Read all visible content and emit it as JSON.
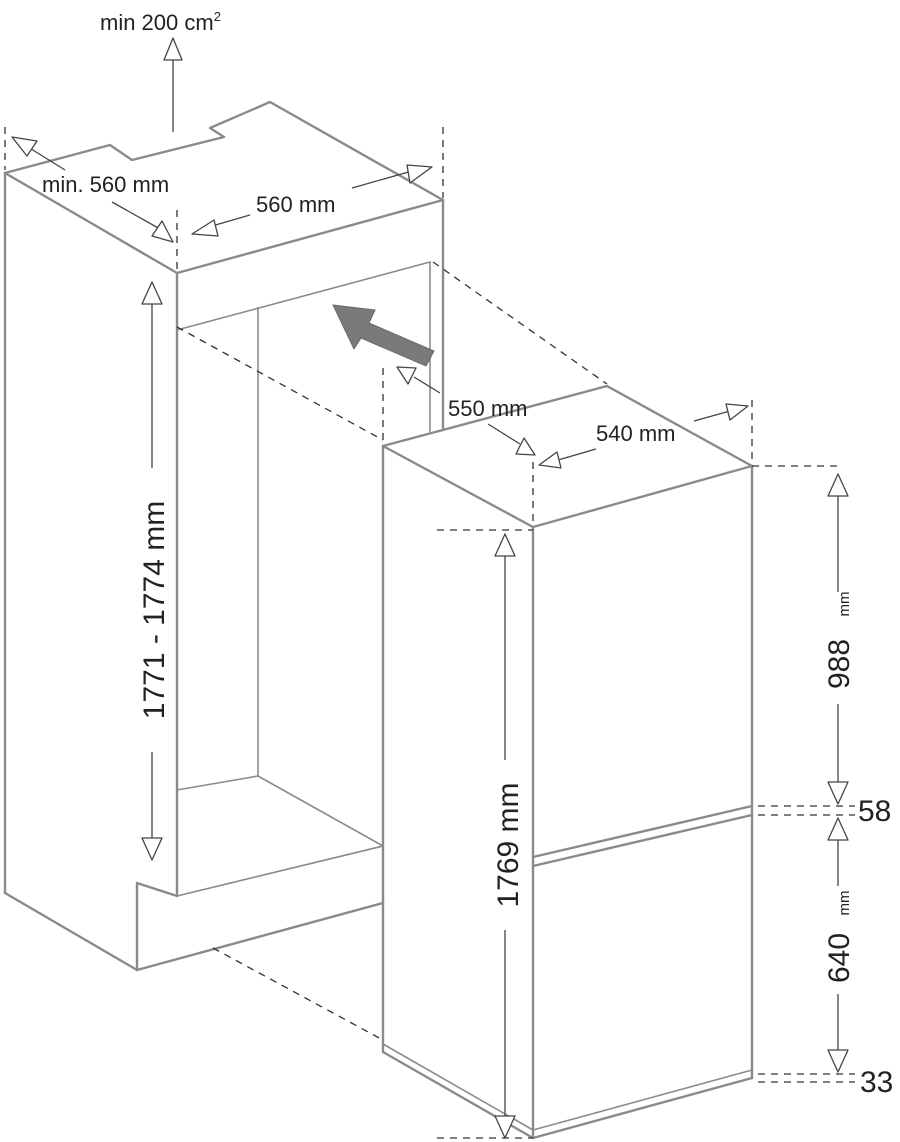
{
  "labels": {
    "vent": "min 200 cm",
    "vent_sup": "2",
    "niche_depth": "min. 560 mm",
    "niche_width": "560 mm",
    "niche_height": "1771 - 1774 mm",
    "appliance_depth": "550 mm",
    "appliance_width": "540 mm",
    "appliance_height": "1769 mm",
    "upper_door": "988",
    "upper_door_unit": "mm",
    "gap": "58",
    "lower_door": "640",
    "lower_door_unit": "mm",
    "bottom": "33"
  },
  "colors": {
    "outline": "#8a8a8a",
    "dimension": "#444444",
    "insert_arrow": "#7a7a7a"
  },
  "icons": {
    "insert_direction": "insert-arrow-icon"
  }
}
